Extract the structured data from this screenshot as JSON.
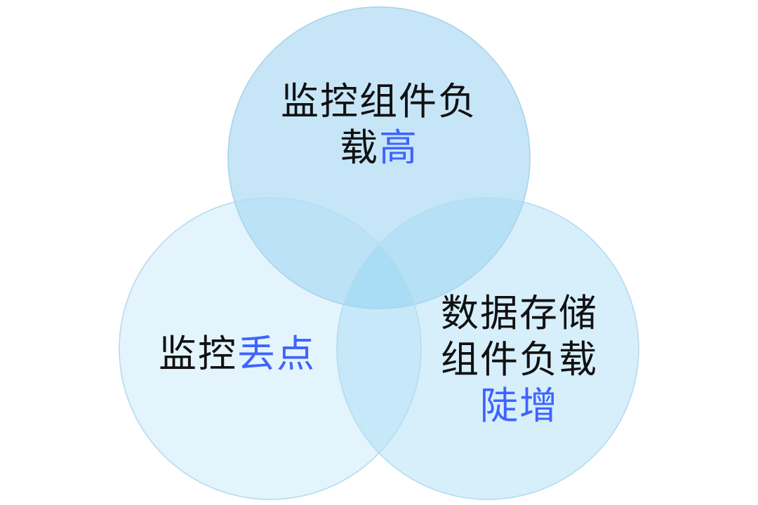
{
  "colors": {
    "circle_top_fill": "#bfe5f8",
    "circle_left_fill": "#d9f0fb",
    "circle_right_fill": "#c9ebf9",
    "circle_stroke": "#a9d4ea",
    "text": "#111111",
    "accent": "#3f63ff"
  },
  "circles": {
    "top": {
      "line1": "监控组件负",
      "line2_plain": "载",
      "line2_accent": "高"
    },
    "left": {
      "plain": "监控",
      "accent": "丢点"
    },
    "right": {
      "line1": "数据存储",
      "line2": "组件负载",
      "line3_accent": "陡增"
    }
  }
}
